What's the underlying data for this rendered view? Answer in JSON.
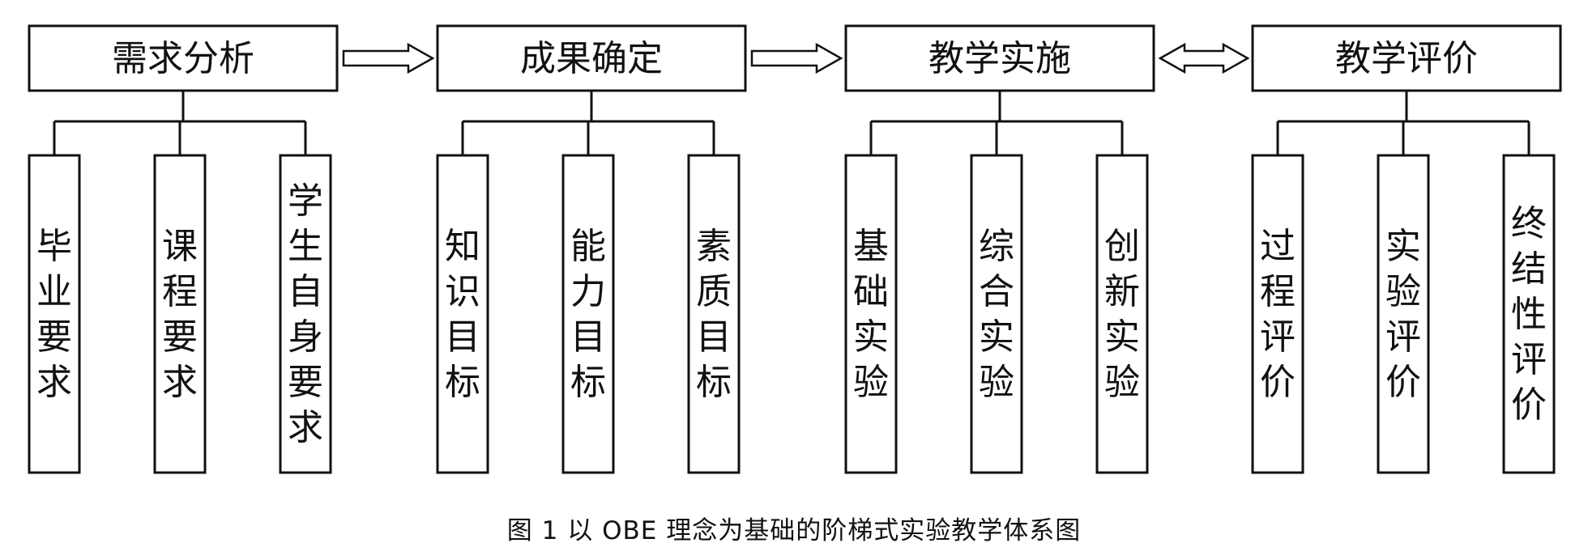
{
  "stages": [
    {
      "title": "需求分析",
      "items": [
        "毕业要求",
        "课程要求",
        "学生自身要求"
      ]
    },
    {
      "title": "成果确定",
      "items": [
        "知识目标",
        "能力目标",
        "素质目标"
      ]
    },
    {
      "title": "教学实施",
      "items": [
        "基础实验",
        "综合实验",
        "创新实验"
      ]
    },
    {
      "title": "教学评价",
      "items": [
        "过程评价",
        "实验评价",
        "终结性评价"
      ]
    }
  ],
  "links": [
    "right",
    "right",
    "both"
  ],
  "caption": "图 1   以 OBE 理念为基础的阶梯式实验教学体系图"
}
